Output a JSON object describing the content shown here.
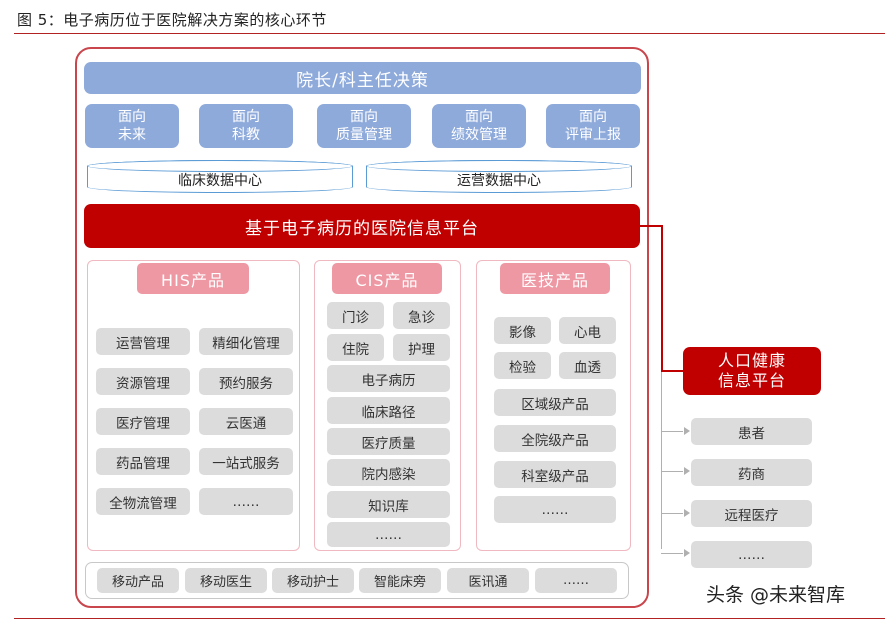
{
  "header": {
    "title": "图 5：电子病历位于医院解决方案的核心环节"
  },
  "diagram": {
    "decision": "院长/科主任决策",
    "facets": [
      {
        "line1": "面向",
        "line2": "未来"
      },
      {
        "line1": "面向",
        "line2": "科教"
      },
      {
        "line1": "面向",
        "line2": "质量管理"
      },
      {
        "line1": "面向",
        "line2": "绩效管理"
      },
      {
        "line1": "面向",
        "line2": "评审上报"
      }
    ],
    "data_centers": [
      "临床数据中心",
      "运营数据中心"
    ],
    "platform": "基于电子病历的医院信息平台",
    "his": {
      "title": "HIS产品",
      "items": [
        "运营管理",
        "精细化管理",
        "资源管理",
        "预约服务",
        "医疗管理",
        "云医通",
        "药品管理",
        "一站式服务",
        "全物流管理",
        "……"
      ]
    },
    "cis": {
      "title": "CIS产品",
      "pairs": [
        "门诊",
        "急诊",
        "住院",
        "护理"
      ],
      "items": [
        "电子病历",
        "临床路径",
        "医疗质量",
        "院内感染",
        "知识库",
        "……"
      ]
    },
    "medtech": {
      "title": "医技产品",
      "pairs": [
        "影像",
        "心电",
        "检验",
        "血透"
      ],
      "items": [
        "区域级产品",
        "全院级产品",
        "科室级产品",
        "……"
      ]
    },
    "mobile": [
      "移动产品",
      "移动医生",
      "移动护士",
      "智能床旁",
      "医讯通",
      "……"
    ],
    "population_platform": {
      "line1": "人口健康",
      "line2": "信息平台"
    },
    "external": [
      "患者",
      "药商",
      "远程医疗",
      "……"
    ],
    "colors": {
      "red": "#c00000",
      "blue": "#8eaadb",
      "pink": "#ee98a4",
      "gray": "#dcdcdc",
      "frame": "#c9464d"
    }
  },
  "watermark": "头条 @未来智库"
}
